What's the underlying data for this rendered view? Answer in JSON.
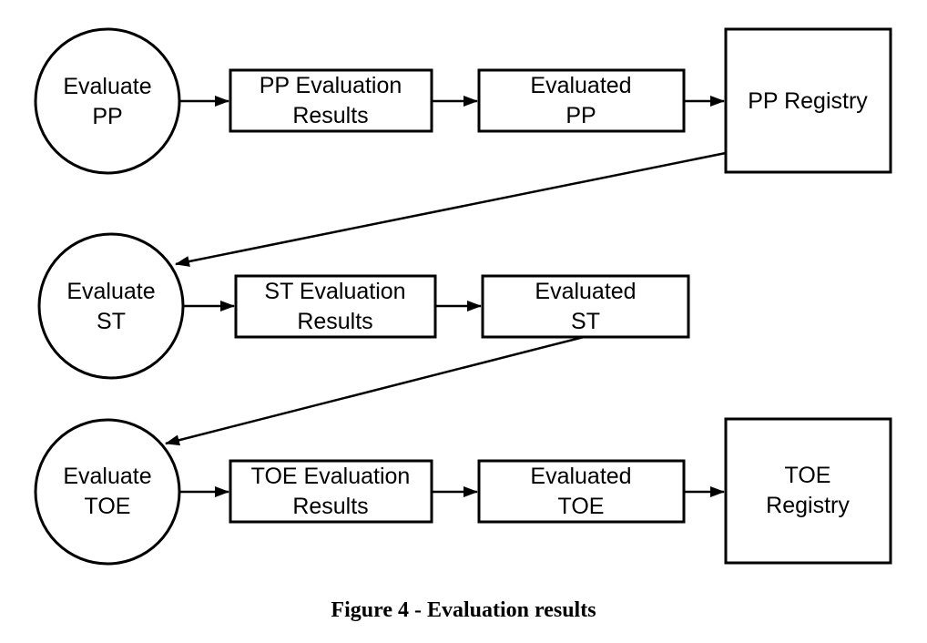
{
  "diagram": {
    "nodes": {
      "evaluate_pp": {
        "line1": "Evaluate",
        "line2": "PP"
      },
      "pp_eval_results": {
        "line1": "PP Evaluation",
        "line2": "Results"
      },
      "evaluated_pp": {
        "line1": "Evaluated",
        "line2": "PP"
      },
      "pp_registry": {
        "line1": "PP Registry"
      },
      "evaluate_st": {
        "line1": "Evaluate",
        "line2": "ST"
      },
      "st_eval_results": {
        "line1": "ST Evaluation",
        "line2": "Results"
      },
      "evaluated_st": {
        "line1": "Evaluated",
        "line2": "ST"
      },
      "evaluate_toe": {
        "line1": "Evaluate",
        "line2": "TOE"
      },
      "toe_eval_results": {
        "line1": "TOE Evaluation",
        "line2": "Results"
      },
      "evaluated_toe": {
        "line1": "Evaluated",
        "line2": "TOE"
      },
      "toe_registry": {
        "line1": "TOE",
        "line2": "Registry"
      }
    }
  },
  "caption": "Figure 4 - Evaluation results"
}
